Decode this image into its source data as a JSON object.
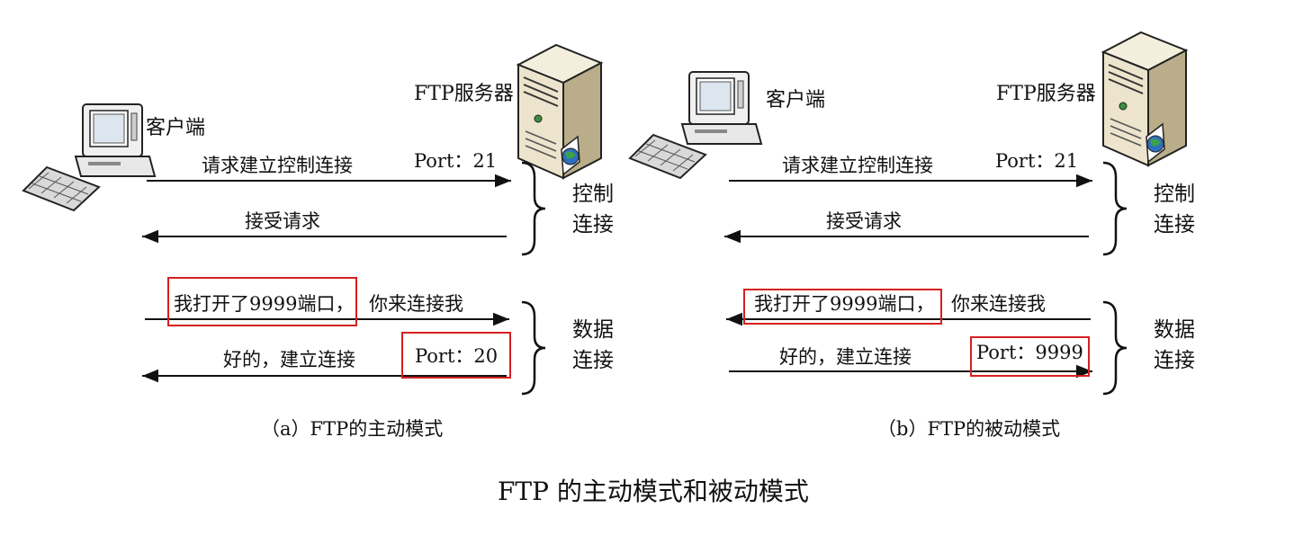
{
  "left": {
    "client_label": "客户端",
    "server_label": "FTP服务器",
    "port_control": "Port：21",
    "msg_request": "请求建立控制连接",
    "msg_accept": "接受请求",
    "control_group": [
      "控制",
      "连接"
    ],
    "msg_open_port_boxed": "我打开了9999端口，",
    "msg_open_port_rest": "你来连接我",
    "msg_ok": "好的，建立连接",
    "port_data": "Port：20",
    "data_group": [
      "数据",
      "连接"
    ],
    "caption": "（a）FTP的主动模式"
  },
  "right": {
    "client_label": "客户端",
    "server_label": "FTP服务器",
    "port_control": "Port：21",
    "msg_request": "请求建立控制连接",
    "msg_accept": "接受请求",
    "control_group": [
      "控制",
      "连接"
    ],
    "msg_open_port_boxed": "我打开了9999端口，",
    "msg_open_port_rest": "你来连接我",
    "msg_ok": "好的，建立连接",
    "port_data": "Port：9999",
    "data_group": [
      "数据",
      "连接"
    ],
    "caption": "（b）FTP的被动模式"
  },
  "figure_title": "FTP 的主动模式和被动模式",
  "colors": {
    "highlight_box": "#d62020",
    "line": "#111111"
  },
  "icons": {
    "client": "computer-icon",
    "server": "server-icon"
  }
}
